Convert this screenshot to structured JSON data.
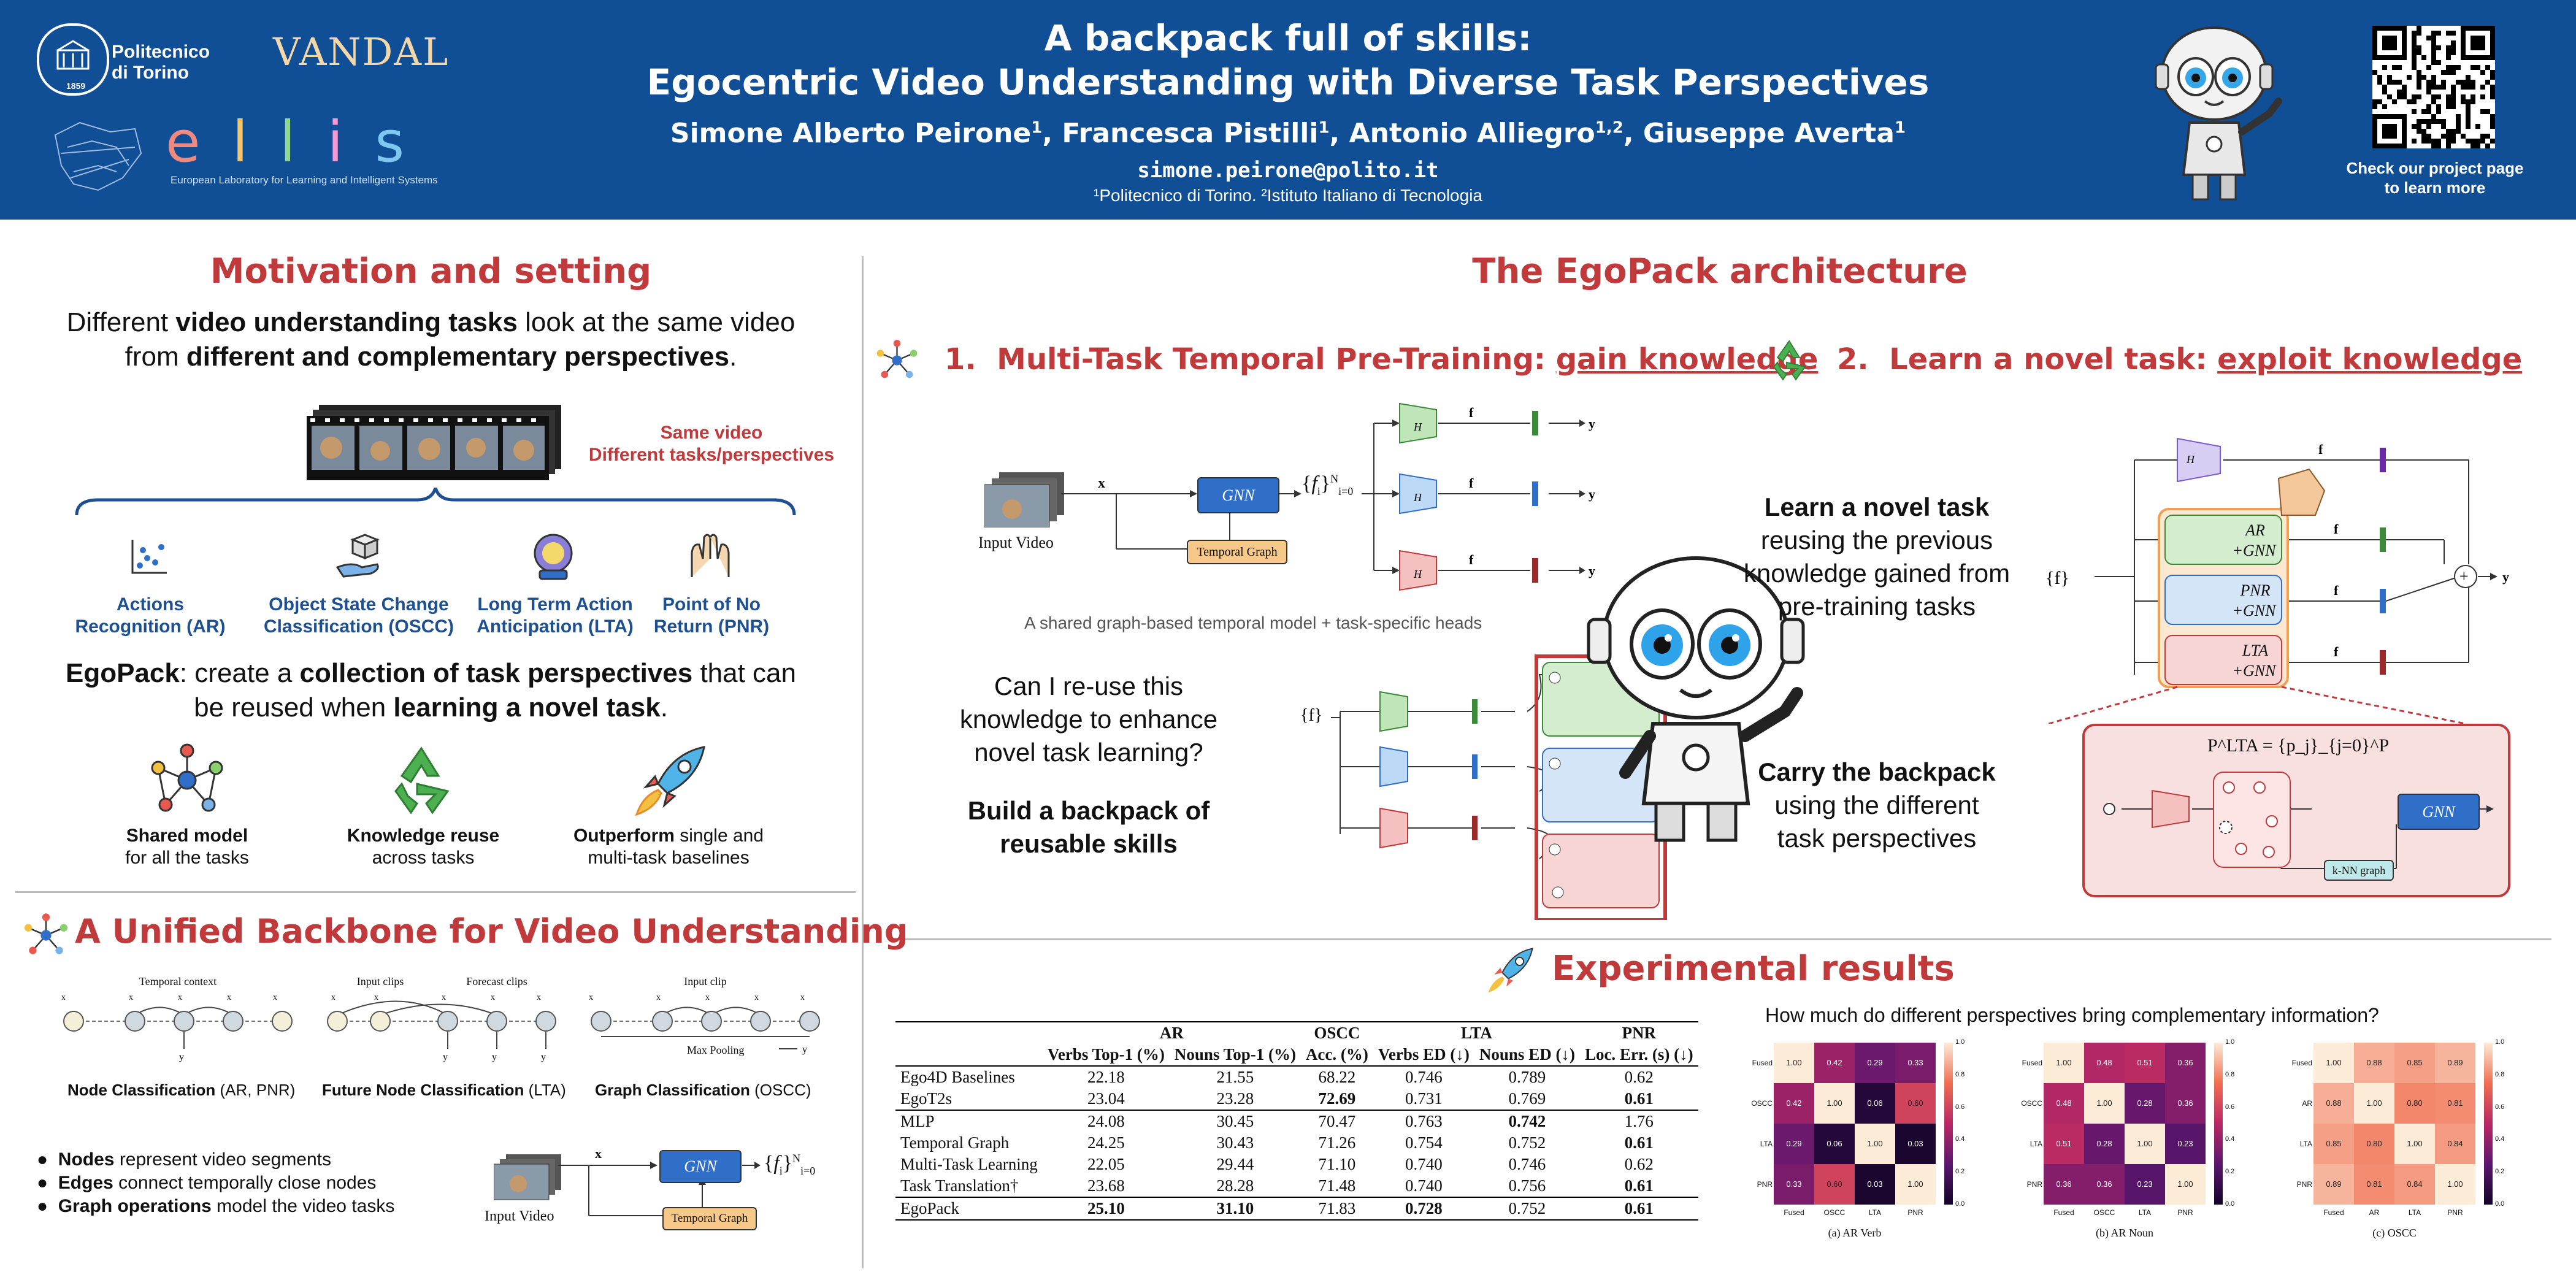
{
  "header": {
    "title_line1": "A backpack full of skills:",
    "title_line2": "Egocentric Video Understanding with Diverse Task Perspectives",
    "authors": [
      {
        "name": "Simone Alberto Peirone",
        "aff": "1"
      },
      {
        "name": "Francesca Pistilli",
        "aff": "1"
      },
      {
        "name": "Antonio Alliegro",
        "aff": "1,2"
      },
      {
        "name": "Giuseppe Averta",
        "aff": "1"
      }
    ],
    "email": "simone.peirone@polito.it",
    "affiliations": "¹Politecnico di Torino.    ²Istituto Italiano di Tecnologia",
    "logo_polito_line1": "Politecnico",
    "logo_polito_line2": "di Torino",
    "logo_polito_year": "1859",
    "logo_vandal": "VANDAL",
    "logo_ellis": "e l l i s",
    "logo_ellis_sub": "European Laboratory for Learning and Intelligent Systems",
    "qr_caption_line1": "Check our project page",
    "qr_caption_line2": "to learn more"
  },
  "motivation": {
    "title": "Motivation and setting",
    "intro_parts": [
      "Different ",
      "video understanding tasks",
      " look at the same video"
    ],
    "intro_parts2": [
      "from ",
      "different and complementary perspectives",
      "."
    ],
    "same_video_line1": "Same video",
    "same_video_line2": "Different tasks/perspectives",
    "tasks": [
      {
        "line1": "Actions",
        "line2": "Recognition (AR)",
        "icon": "chart-icon"
      },
      {
        "line1": "Object State Change",
        "line2": "Classification (OSCC)",
        "icon": "box-hand-icon"
      },
      {
        "line1": "Long Term Action",
        "line2": "Anticipation (LTA)",
        "icon": "crystal-ball-icon"
      },
      {
        "line1": "Point of No",
        "line2": "Return (PNR)",
        "icon": "hands-icon"
      }
    ],
    "egopack_parts": [
      "EgoPack",
      ": create a ",
      "collection of task perspectives",
      " that can"
    ],
    "egopack_parts2": [
      "be reused when ",
      "learning a novel task",
      "."
    ],
    "benefits": [
      {
        "bold": "Shared model",
        "rest": "for all the tasks",
        "icon": "network-icon"
      },
      {
        "bold": "Knowledge reuse",
        "rest": "across tasks",
        "icon": "recycle-icon"
      },
      {
        "bold": "Outperform",
        "rest_inline": " single and",
        "rest": "multi-task baselines",
        "icon": "rocket-icon"
      }
    ]
  },
  "backbone": {
    "title": "A Unified Backbone for Video Understanding",
    "diagram1_top": "Temporal context",
    "diagram2_top1": "Input clips",
    "diagram2_top2": "Forecast clips",
    "diagram3_top": "Input clip",
    "max_pooling": "Max Pooling",
    "cap1_bold": "Node Classification",
    "cap1_rest": " (AR, PNR)",
    "cap2_bold": "Future Node Classification",
    "cap2_rest": " (LTA)",
    "cap3_bold": "Graph Classification",
    "cap3_rest": " (OSCC)",
    "bullets": [
      {
        "bold": "Nodes",
        "rest": " represent video segments"
      },
      {
        "bold": "Edges",
        "rest": " connect temporally close nodes"
      },
      {
        "bold": "Graph operations",
        "rest": " model the video tasks"
      }
    ],
    "input_video": "Input Video",
    "gnn": "GNN",
    "temporal_graph": "Temporal Graph",
    "x_label": "x"
  },
  "architecture": {
    "title": "The EgoPack architecture",
    "step1_num": "1.",
    "step1_text": "Multi-Task Temporal Pre-Training: ",
    "step1_under": "gain knowledge",
    "step2_num": "2.",
    "step2_text": "Learn a novel task: ",
    "step2_under": "exploit knowledge",
    "input_video": "Input Video",
    "gnn": "GNN",
    "temporal_graph": "Temporal Graph",
    "x_label": "x",
    "shared_caption": "A shared graph-based temporal model + task-specific heads",
    "question": [
      "Can I re-use this",
      "knowledge to enhance",
      "novel task learning?"
    ],
    "build": [
      "Build a backpack of",
      "reusable skills"
    ],
    "learn_bold": "Learn a novel task",
    "learn_rest": [
      "reusing the previous",
      "knowledge gained from",
      "pre-training tasks"
    ],
    "backpack_bold": "Carry the backpack",
    "backpack_rest": [
      "using the different",
      "task perspectives"
    ],
    "ar_gnn": "AR",
    "pnr_gnn": "PNR",
    "lta_gnn": "LTA",
    "plus_gnn": "+GNN",
    "knn_graph": "k-NN graph",
    "p_formula": "P^LTA = {p_j}_{j=0}^P"
  },
  "results": {
    "title": "Experimental results",
    "heatmap_question": "How much do different perspectives bring complementary information?",
    "table": {
      "group_headers": [
        "AR",
        "OSCC",
        "LTA",
        "PNR"
      ],
      "col_headers": [
        "Verbs Top-1 (%)",
        "Nouns Top-1 (%)",
        "Acc. (%)",
        "Verbs ED (↓)",
        "Nouns ED (↓)",
        "Loc. Err. (s) (↓)"
      ],
      "block1": [
        {
          "name": "Ego4D Baselines",
          "vals": [
            "22.18",
            "21.55",
            "68.22",
            "0.746",
            "0.789",
            "0.62"
          ],
          "bold": []
        },
        {
          "name": "EgoT2s",
          "vals": [
            "23.04",
            "23.28",
            "72.69",
            "0.731",
            "0.769",
            "0.61"
          ],
          "bold": [
            2,
            5
          ]
        }
      ],
      "block2": [
        {
          "name": "MLP",
          "vals": [
            "24.08",
            "30.45",
            "70.47",
            "0.763",
            "0.742",
            "1.76"
          ],
          "bold": [
            4
          ]
        },
        {
          "name": "Temporal Graph",
          "vals": [
            "24.25",
            "30.43",
            "71.26",
            "0.754",
            "0.752",
            "0.61"
          ],
          "bold": [
            5
          ]
        },
        {
          "name": "Multi-Task Learning",
          "vals": [
            "22.05",
            "29.44",
            "71.10",
            "0.740",
            "0.746",
            "0.62"
          ],
          "bold": []
        },
        {
          "name": "Task Translation†",
          "vals": [
            "23.68",
            "28.28",
            "71.48",
            "0.740",
            "0.756",
            "0.61"
          ],
          "bold": [
            5
          ]
        }
      ],
      "block3": [
        {
          "name": "EgoPack",
          "vals": [
            "25.10",
            "31.10",
            "71.83",
            "0.728",
            "0.752",
            "0.61"
          ],
          "bold": [
            0,
            1,
            3,
            5
          ]
        }
      ]
    },
    "heatmaps": [
      {
        "caption": "(a) AR Verb",
        "labels": [
          "Fused",
          "OSCC",
          "LTA",
          "PNR"
        ],
        "values": [
          [
            1.0,
            0.42,
            0.29,
            0.33
          ],
          [
            0.42,
            1.0,
            0.06,
            0.6
          ],
          [
            0.29,
            0.06,
            1.0,
            0.03
          ],
          [
            0.33,
            0.6,
            0.03,
            1.0
          ]
        ]
      },
      {
        "caption": "(b) AR Noun",
        "labels": [
          "Fused",
          "OSCC",
          "LTA",
          "PNR"
        ],
        "values": [
          [
            1.0,
            0.48,
            0.51,
            0.36
          ],
          [
            0.48,
            1.0,
            0.28,
            0.36
          ],
          [
            0.51,
            0.28,
            1.0,
            0.23
          ],
          [
            0.36,
            0.36,
            0.23,
            1.0
          ]
        ]
      },
      {
        "caption": "(c) OSCC",
        "labels": [
          "Fused",
          "AR",
          "LTA",
          "PNR"
        ],
        "values": [
          [
            1.0,
            0.88,
            0.85,
            0.89
          ],
          [
            0.88,
            1.0,
            0.8,
            0.81
          ],
          [
            0.85,
            0.8,
            1.0,
            0.84
          ],
          [
            0.89,
            0.81,
            0.84,
            1.0
          ]
        ]
      }
    ],
    "colorbar_ticks": [
      "1.0",
      "0.8",
      "0.6",
      "0.4",
      "0.2",
      "0.0"
    ]
  },
  "colors": {
    "header_bg": "#104e96",
    "title_red": "#c0393b",
    "task_blue": "#1d4f91",
    "gnn_blue": "#2f6fc8",
    "temporal_orange": "#f6c889"
  }
}
